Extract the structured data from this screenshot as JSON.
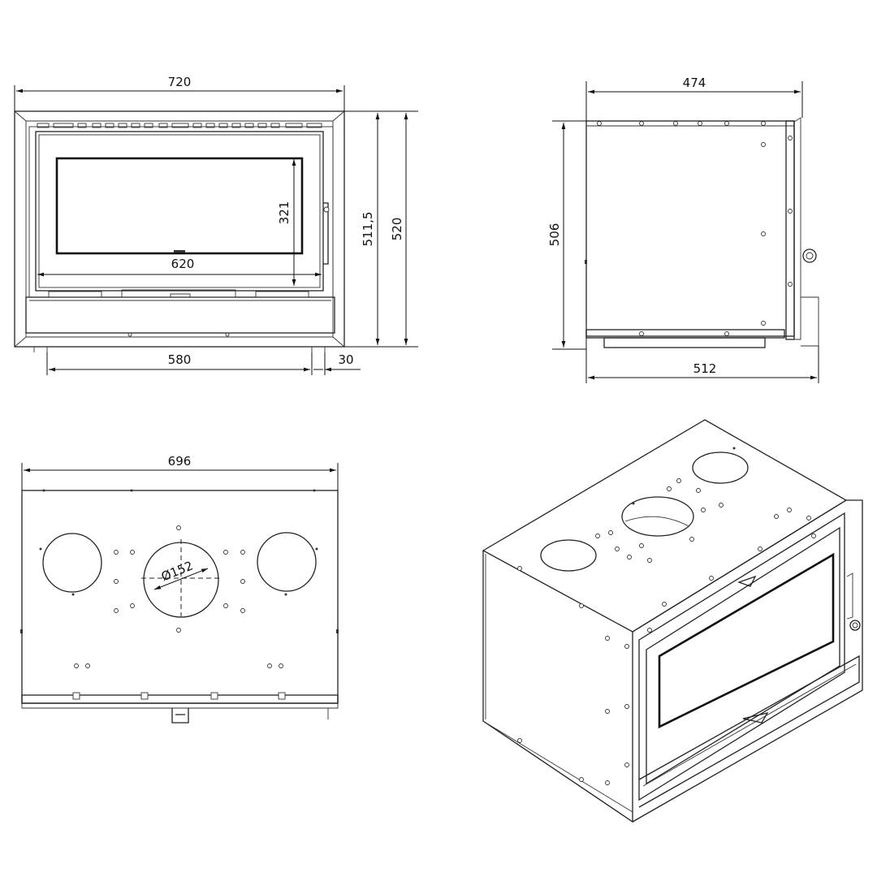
{
  "front_view": {
    "overall_width": "720",
    "glass_width": "620",
    "glass_height": "321",
    "door_height": "511,5",
    "overall_height": "520",
    "base_width": "580",
    "base_offset": "30"
  },
  "side_view": {
    "top_depth": "474",
    "height": "506",
    "total_depth": "512"
  },
  "top_view": {
    "width": "696",
    "flue_diameter": "Ø152"
  }
}
